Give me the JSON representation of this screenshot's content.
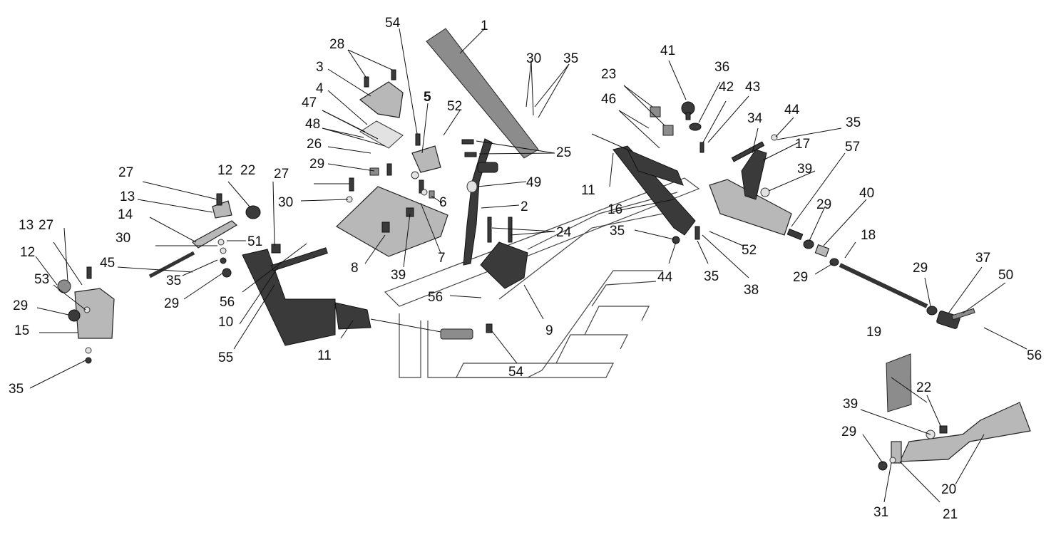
{
  "labels": {
    "l1": "1",
    "l2": "2",
    "l3": "3",
    "l4": "4",
    "l5": "5",
    "l6": "6",
    "l7": "7",
    "l8": "8",
    "l9": "9",
    "l10": "10",
    "l11a": "11",
    "l11b": "11",
    "l12a": "12",
    "l12b": "12",
    "l13a": "13",
    "l13b": "13",
    "l14": "14",
    "l15": "15",
    "l16": "16",
    "l17": "17",
    "l18": "18",
    "l19": "19",
    "l20": "20",
    "l21": "21",
    "l22a": "22",
    "l22b": "22",
    "l23": "23",
    "l24": "24",
    "l25": "25",
    "l26": "26",
    "l27a": "27",
    "l27b": "27",
    "l27c": "27",
    "l28": "28",
    "l29a": "29",
    "l29b": "29",
    "l29c": "29",
    "l29d": "29",
    "l29e": "29",
    "l29f": "29",
    "l29g": "29",
    "l30a": "30",
    "l30b": "30",
    "l30c": "30",
    "l31": "31",
    "l34": "34",
    "l35a": "35",
    "l35b": "35",
    "l35c": "35",
    "l35d": "35",
    "l35e": "35",
    "l35f": "35",
    "l36": "36",
    "l37": "37",
    "l38": "38",
    "l39a": "39",
    "l39b": "39",
    "l39c": "39",
    "l40": "40",
    "l41": "41",
    "l42": "42",
    "l43": "43",
    "l44a": "44",
    "l44b": "44",
    "l45": "45",
    "l46": "46",
    "l47": "47",
    "l48": "48",
    "l49": "49",
    "l50": "50",
    "l51": "51",
    "l52a": "52",
    "l52b": "52",
    "l53": "53",
    "l54a": "54",
    "l54b": "54",
    "l55": "55",
    "l56a": "56",
    "l56b": "56",
    "l56c": "56",
    "l57": "57"
  }
}
